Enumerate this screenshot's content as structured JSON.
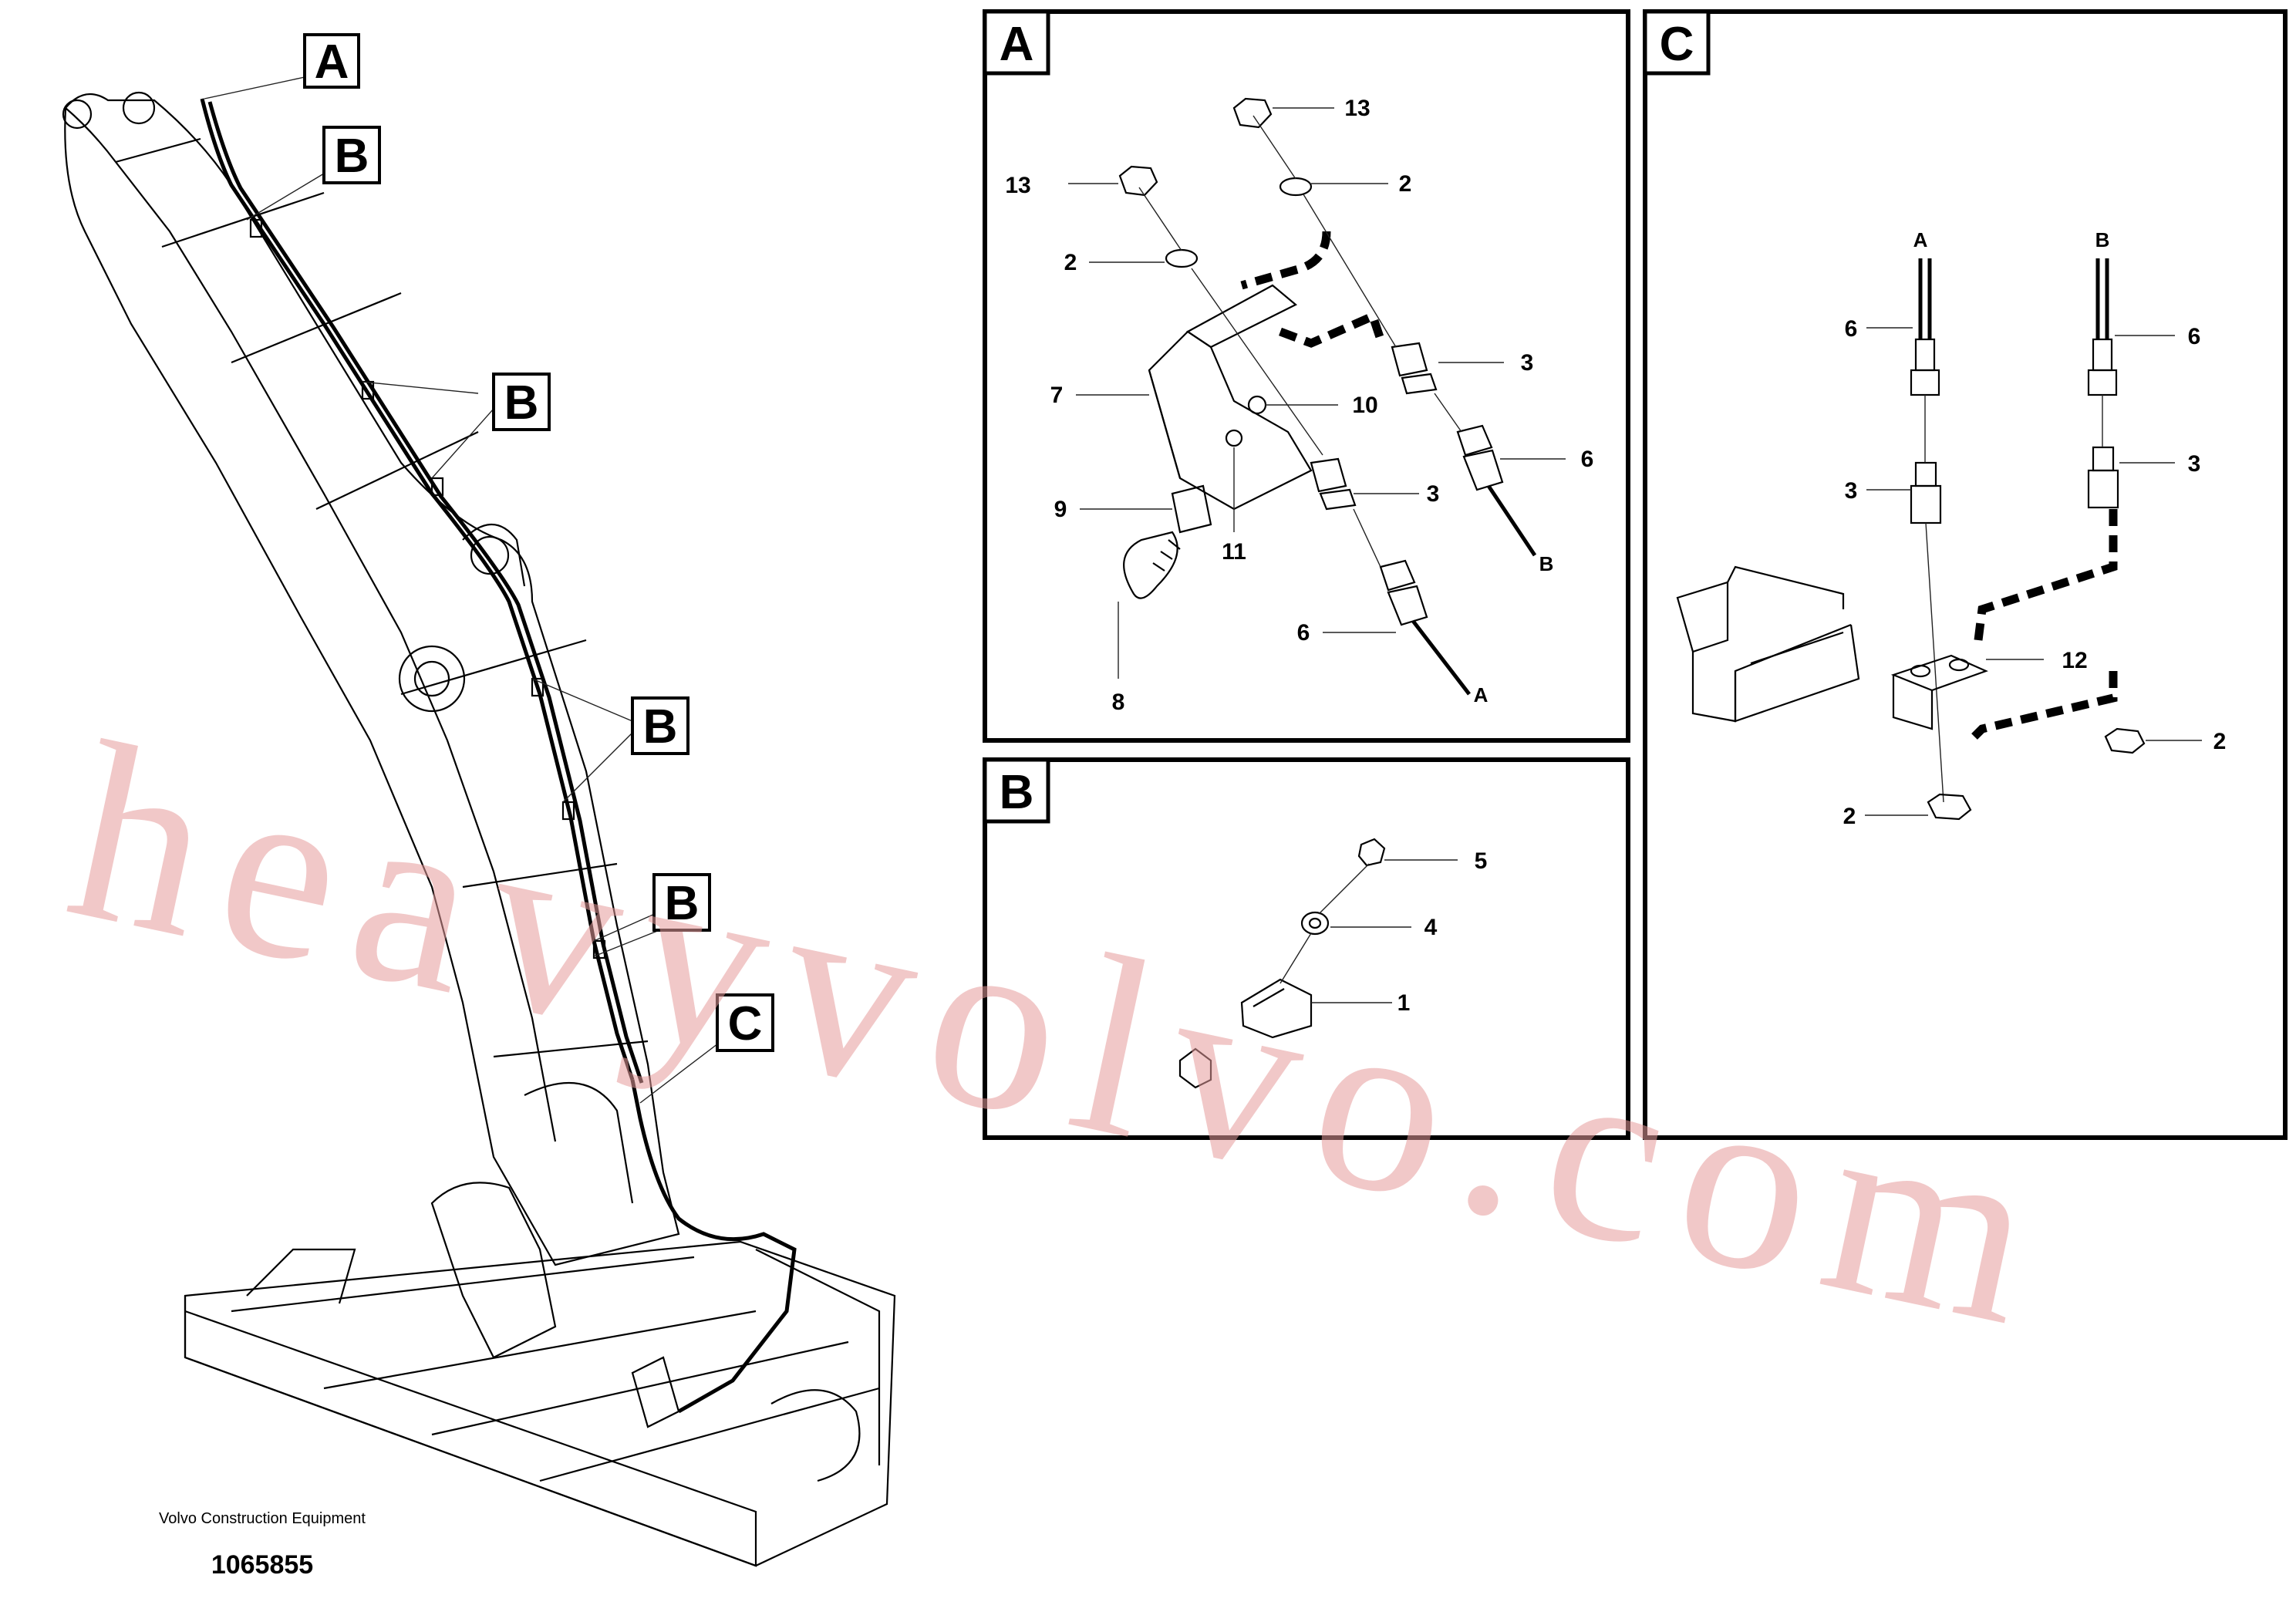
{
  "callouts": {
    "a": "A",
    "b1": "B",
    "b2": "B",
    "b3": "B",
    "b4": "B",
    "c": "C"
  },
  "panel_a": {
    "title": "A",
    "labels": {
      "n13a": "13",
      "n13b": "13",
      "n2a": "2",
      "n2b": "2",
      "n7": "7",
      "n10": "10",
      "n3a": "3",
      "n3b": "3",
      "n6a": "6",
      "n6b": "6",
      "n9": "9",
      "n11": "11",
      "n8": "8",
      "endA": "A",
      "endB": "B"
    }
  },
  "panel_b": {
    "title": "B",
    "labels": {
      "n5": "5",
      "n4": "4",
      "n1": "1"
    }
  },
  "panel_c": {
    "title": "C",
    "labels": {
      "topA": "A",
      "topB": "B",
      "n6a": "6",
      "n6b": "6",
      "n3a": "3",
      "n3b": "3",
      "n12": "12",
      "n2a": "2",
      "n2b": "2"
    }
  },
  "watermark": "heavyvolvo.com",
  "caption": {
    "company": "Volvo Construction Equipment",
    "drawing_number": "1065855"
  }
}
